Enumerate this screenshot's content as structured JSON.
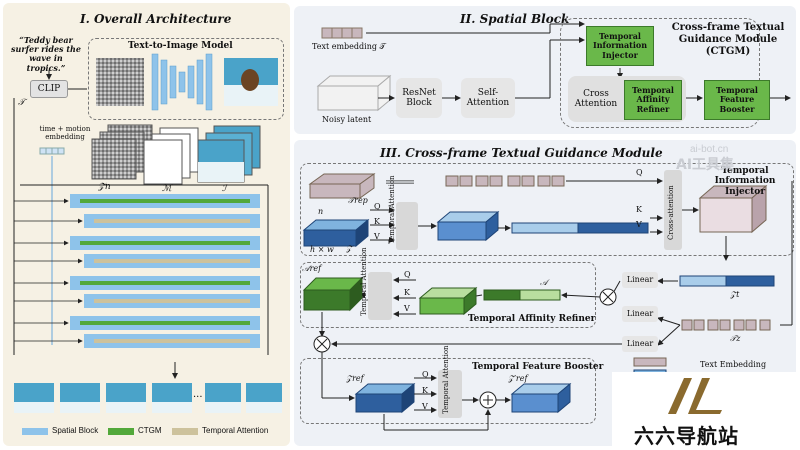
{
  "panel1": {
    "title": "I. Overall Architecture",
    "prompt": "“Teddy bear surfer rides the wave in tropics.”",
    "clip": "CLIP",
    "t_symbol": "𝒯",
    "t2i_model": "Text-to-Image Model",
    "time_motion": "time + motion embedding",
    "zn": "𝒵n",
    "m": "ℳ",
    "i": "ℐ",
    "ellipsis": "···",
    "legend": [
      "Spatial Block",
      "CTGM",
      "Temporal Attention"
    ]
  },
  "panel2": {
    "title": "II. Spatial Block",
    "text_embedding": "Text embedding 𝒯",
    "noisy_latent": "Noisy latent",
    "resnet": "ResNet Block",
    "self_attention": "Self-Attention",
    "ctgm_title": "Cross-frame Textual Guidance Module (CTGM)",
    "tii": "Temporal Information Injector",
    "cross_attention": "Cross Attention",
    "tar": "Temporal Affinity Refiner",
    "tfb": "Temporal Feature Booster"
  },
  "panel3": {
    "title": "III. Cross-frame Textual Guidance Module",
    "tii_title": "Temporal Information Injector",
    "trep": "𝒯rep",
    "n": "n",
    "hw": "h × w",
    "z": "𝒵",
    "q": "Q",
    "k": "K",
    "v": "V",
    "temporal_attention": "Temporal Attention",
    "cross_attention": "Cross-attention",
    "a_ref": "𝒜ref",
    "a": "𝒜",
    "tar_title": "Temporal Affinity Refiner",
    "linear": "Linear",
    "zt": "𝒵t",
    "tz": "𝒯z",
    "text_embedding": "Text Embedding",
    "tfb_title": "Temporal Feature Booster",
    "zref": "𝒵ref",
    "zref_out": "𝒵′ref",
    "times": "×",
    "plus": "+"
  },
  "watermark": {
    "top": "ai-bot.cn",
    "bottom": "AI工具集"
  },
  "logo": {
    "text": "六六导航站"
  },
  "colors": {
    "spatial": "#8ec3ea",
    "ctgm": "#52a83a",
    "temporal": "#cdc29c",
    "dark_blue": "#2e5f9e",
    "green_dark": "#3c7a2a",
    "pink": "#c8b7bd",
    "panel1_bg": "#f5f0e3",
    "panel_bg": "#eef1f6"
  }
}
